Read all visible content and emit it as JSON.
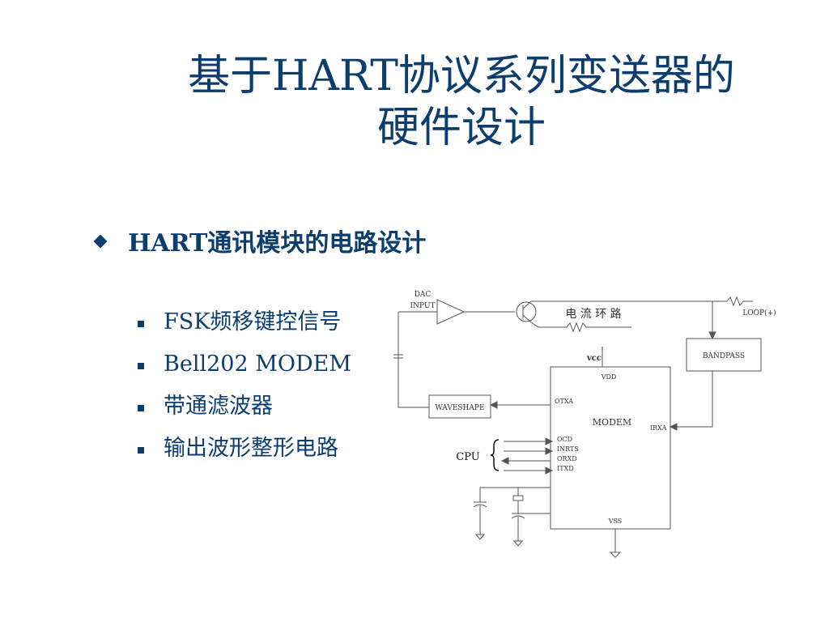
{
  "title": {
    "line1": "基于HART协议系列变送器的",
    "line2": "硬件设计"
  },
  "main_bullet": {
    "text": "HART通讯模块的电路设计"
  },
  "sub_items": [
    "FSK频移键控信号",
    "Bell202 MODEM",
    "带通滤波器",
    "输出波形整形电路"
  ],
  "diagram": {
    "dac_line1": "DAC",
    "dac_line2": "INPUT",
    "current_loop": "电 流 环 路",
    "loop_plus": "LOOP(+)",
    "bandpass": "BANDPASS",
    "vcc": "vcc",
    "vdd": "VDD",
    "otxa": "OTXA",
    "modem": "MODEM",
    "irxa": "IRXA",
    "waveshape": "WAVESHAPE",
    "ocd": "OCD",
    "inrts": "INRTS",
    "orxd": "ORXD",
    "itxd": "ITXD",
    "vss": "VSS",
    "cpu": "CPU"
  }
}
